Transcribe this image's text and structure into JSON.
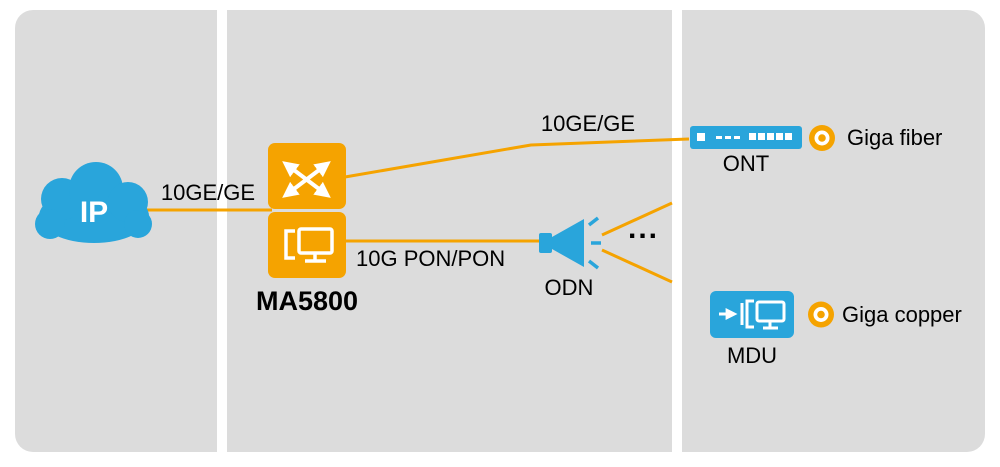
{
  "colors": {
    "accent_orange": "#F5A300",
    "device_blue": "#29A5DB",
    "panel_gray": "#DCDCDC",
    "text": "#000000"
  },
  "left_panel": {
    "cloud_label": "IP"
  },
  "middle_panel": {
    "olt_label": "MA5800",
    "link_ip_olt": "10GE/GE",
    "link_olt_ont": "10GE/GE",
    "link_olt_odn": "10G PON/PON",
    "odn_label": "ODN",
    "fanout_ellipsis": "..."
  },
  "right_panel": {
    "ont": {
      "label": "ONT",
      "service": "Giga fiber"
    },
    "mdu": {
      "label": "MDU",
      "service": "Giga copper"
    }
  }
}
